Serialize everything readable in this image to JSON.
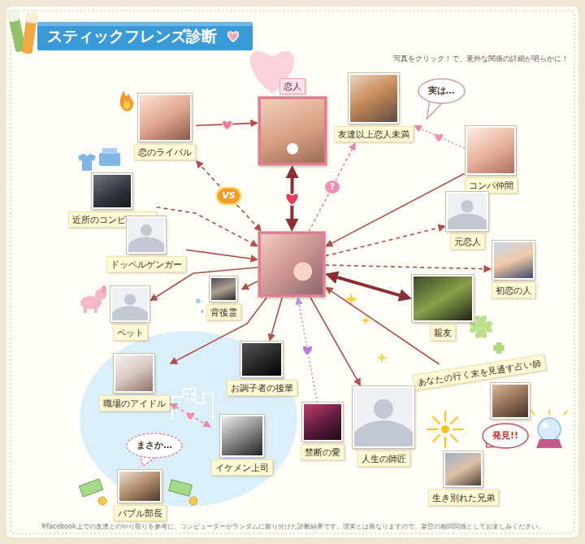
{
  "diagram": {
    "title": "スティックフレンズ診断",
    "caption": "※facebook上での友達とのやり取りを参考に、コンピューターがランダムに振り分けた診断結果です。現実とは異なりますので、架空の相関関係としてお楽しみください。",
    "nodes": [
      {
        "text": [
          "恋のライバル"
        ]
      },
      {
        "text": [
          "恋人"
        ]
      },
      {
        "text": [
          "友達以上恋人未満"
        ]
      },
      {
        "text": [
          "実は…"
        ]
      },
      {
        "text": [
          "コンパ仲間"
        ]
      },
      {
        "text": [
          "近所のコンビニ店員"
        ]
      },
      {
        "text": [
          "元恋人"
        ]
      },
      {
        "text": [
          "ドッペルゲンガー"
        ]
      },
      {
        "text": []
      },
      {
        "text": [
          "初恋の人"
        ]
      },
      {
        "text": [
          "背後霊"
        ]
      },
      {
        "text": [
          "ペット"
        ]
      },
      {
        "text": [
          "親友"
        ]
      },
      {
        "text": [
          "お調子者の後輩"
        ]
      },
      {
        "text": [
          "職場のアイドル"
        ]
      },
      {
        "text": [
          "あなたの行く末を見通す占い師"
        ]
      },
      {
        "text": [
          "人生の師匠"
        ]
      },
      {
        "text": [
          "禁断の愛"
        ]
      },
      {
        "text": [
          "イケメン上司"
        ]
      },
      {
        "text": [
          "発見!!"
        ]
      },
      {
        "text": [
          "まさか…"
        ]
      },
      {
        "text": [
          "生き別れた兄弟"
        ]
      },
      {
        "text": [
          "バブル部長"
        ]
      }
    ],
    "edges": [
      {
        "from": 8,
        "to": 1,
        "arrow": "both"
      },
      {
        "from": 0,
        "to": 1,
        "arrow": "to"
      },
      {
        "from": 0,
        "to": 8,
        "arrow": "both",
        "label": "VS"
      },
      {
        "from": 8,
        "to": 2,
        "arrow": "to",
        "label": "?"
      },
      {
        "from": 4,
        "to": 2,
        "arrow": "to"
      },
      {
        "from": 5,
        "to": 8,
        "arrow": "to"
      },
      {
        "from": 4,
        "to": 8,
        "arrow": "to"
      },
      {
        "from": 8,
        "to": 6,
        "arrow": "to"
      },
      {
        "from": 7,
        "to": 8,
        "arrow": "to"
      },
      {
        "from": 8,
        "to": 9,
        "arrow": "to"
      },
      {
        "from": 8,
        "to": 10,
        "arrow": "to"
      },
      {
        "from": 8,
        "to": 11,
        "arrow": "to"
      },
      {
        "from": 8,
        "to": 12,
        "arrow": "both"
      },
      {
        "from": 8,
        "to": 13,
        "arrow": "to"
      },
      {
        "from": 8,
        "to": 14,
        "arrow": "to"
      },
      {
        "from": 15,
        "to": 8,
        "arrow": "to"
      },
      {
        "from": 8,
        "to": 16,
        "arrow": "to"
      },
      {
        "from": 17,
        "to": 8,
        "arrow": "to"
      },
      {
        "from": 14,
        "to": 18,
        "arrow": "both"
      }
    ],
    "labels": [
      "写真をクリック！で、意外な関係の詳細が明らかに！"
    ]
  }
}
